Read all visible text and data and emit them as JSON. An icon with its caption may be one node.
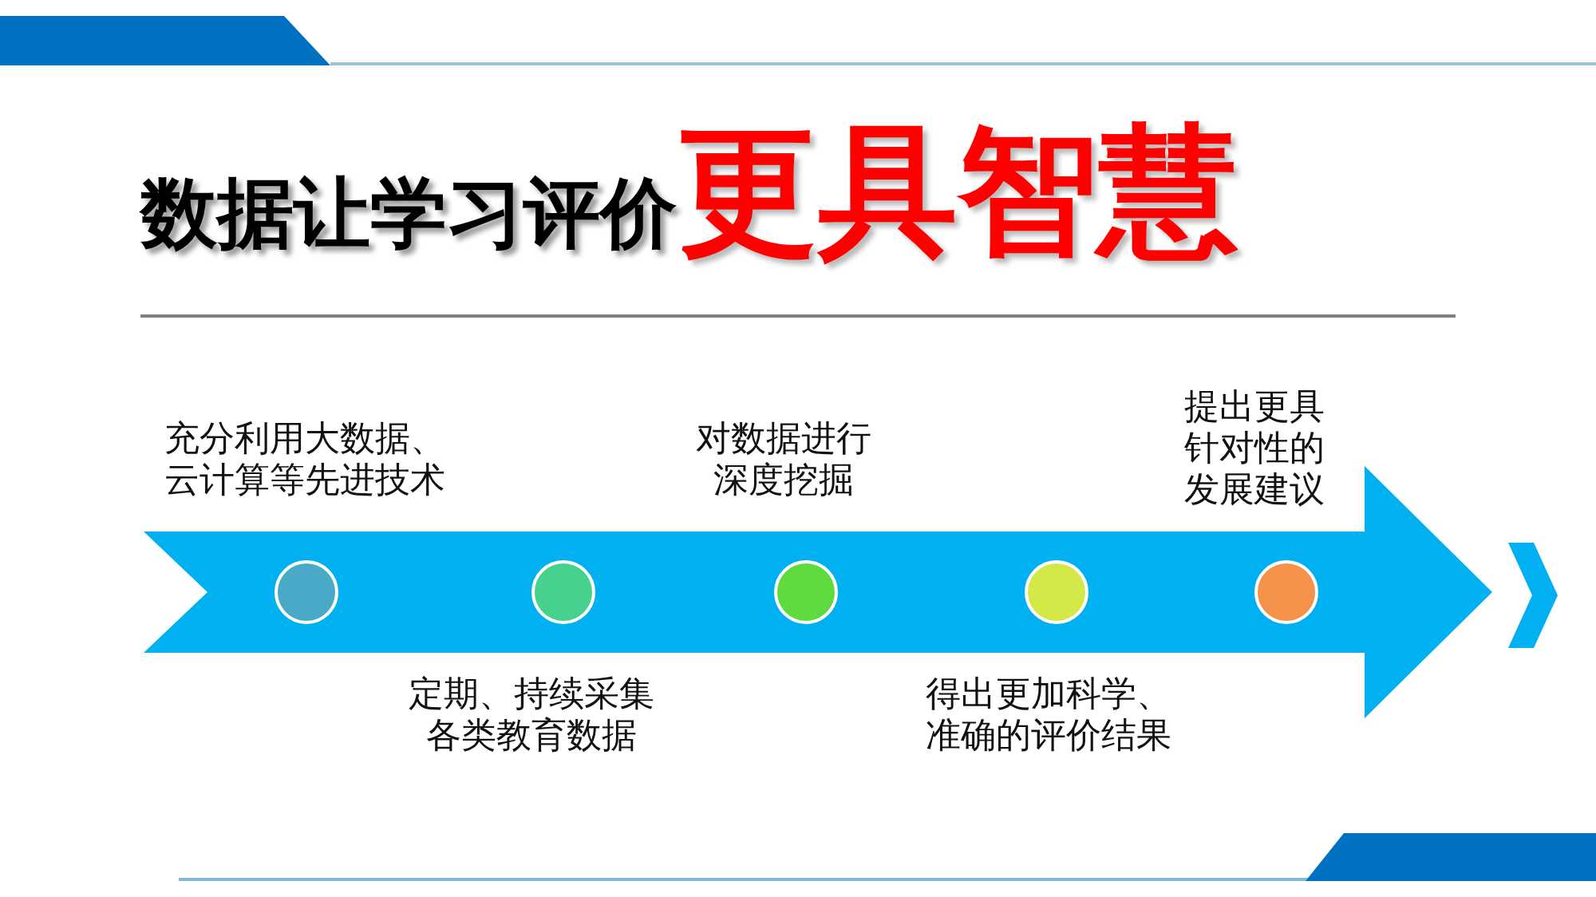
{
  "diagram": {
    "title": "数据让学习评价**更具智慧**",
    "nodes": [
      {
        "text": [],
        "shape": "arrow"
      },
      {
        "text": [],
        "shape": "circle",
        "in": 0,
        "beside": [
          "充分利用大数据、云计算等先进技术"
        ]
      },
      {
        "text": [],
        "shape": "circle",
        "in": 0,
        "beside": [
          "定期、持续采集各类教育数据"
        ]
      },
      {
        "text": [],
        "shape": "circle",
        "in": 0,
        "beside": [
          "对数据进行深度挖掘"
        ]
      },
      {
        "text": [],
        "shape": "circle",
        "in": 0,
        "beside": [
          "得出更加科学、准确的评价结果"
        ]
      },
      {
        "text": [],
        "shape": "circle",
        "in": 0,
        "beside": [
          "提出更具针对性的发展建议"
        ]
      }
    ]
  }
}
